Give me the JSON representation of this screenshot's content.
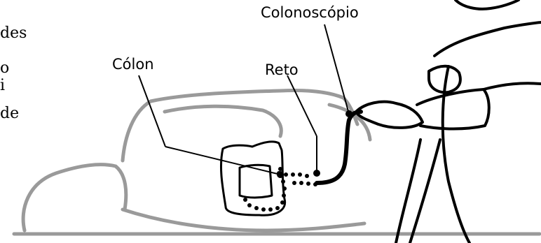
{
  "clipped_text": {
    "line1": "des",
    "line2": "o",
    "line3": "i",
    "line4": "de"
  },
  "labels": {
    "colonoscope": "Colonoscópio",
    "colon": "Cólon",
    "rectum": "Reto"
  },
  "colors": {
    "ink": "#000000",
    "bed_outline": "#9a9a9a",
    "background": "#ffffff"
  }
}
